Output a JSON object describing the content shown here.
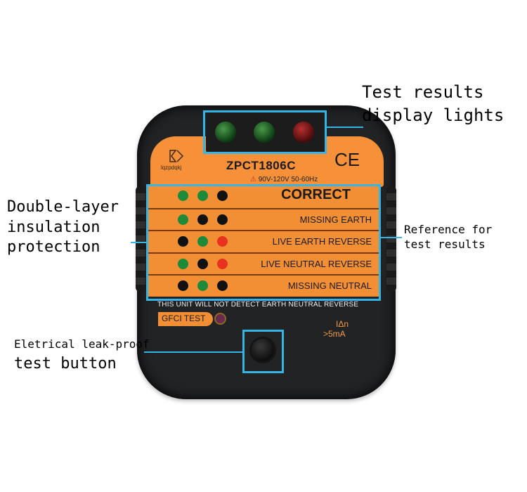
{
  "device": {
    "brand": "lqzpdqkj",
    "model": "ZPCT1806C",
    "certification": "CE",
    "rating": "90V-120V 50-60Hz",
    "warning_icon": "warning-triangle-icon",
    "notice": "THIS UNIT WILL NOT DETECT EARTH NEUTRAL REVERSE",
    "gfci_label": "GFCI TEST",
    "leak_current_label": "IΔn",
    "leak_current_value": ">5mA",
    "display_lights": [
      "green",
      "green",
      "red"
    ]
  },
  "reference_table": [
    {
      "label": "CORRECT",
      "dots": [
        "green",
        "green",
        "black"
      ]
    },
    {
      "label": "MISSING EARTH",
      "dots": [
        "green",
        "black",
        "black"
      ]
    },
    {
      "label": "LIVE EARTH REVERSE",
      "dots": [
        "black",
        "green",
        "red"
      ]
    },
    {
      "label": "LIVE NEUTRAL REVERSE",
      "dots": [
        "green",
        "black",
        "red"
      ]
    },
    {
      "label": "MISSING NEUTRAL",
      "dots": [
        "black",
        "green",
        "black"
      ]
    }
  ],
  "callouts": {
    "lights_line1": "Test results",
    "lights_line2": "display lights",
    "insulation_line1": "Double-layer",
    "insulation_line2": "insulation",
    "insulation_line3": "protection",
    "reference_line1": "Reference for",
    "reference_line2": "test results",
    "button_line1": "Eletrical leak-proof",
    "button_line2": "test button"
  },
  "colors": {
    "highlight": "#35b5e5",
    "orange": "#f28f34",
    "body": "#222325",
    "dot_green": "#1d8a3a",
    "dot_red": "#e8321e",
    "dot_black": "#111111"
  }
}
